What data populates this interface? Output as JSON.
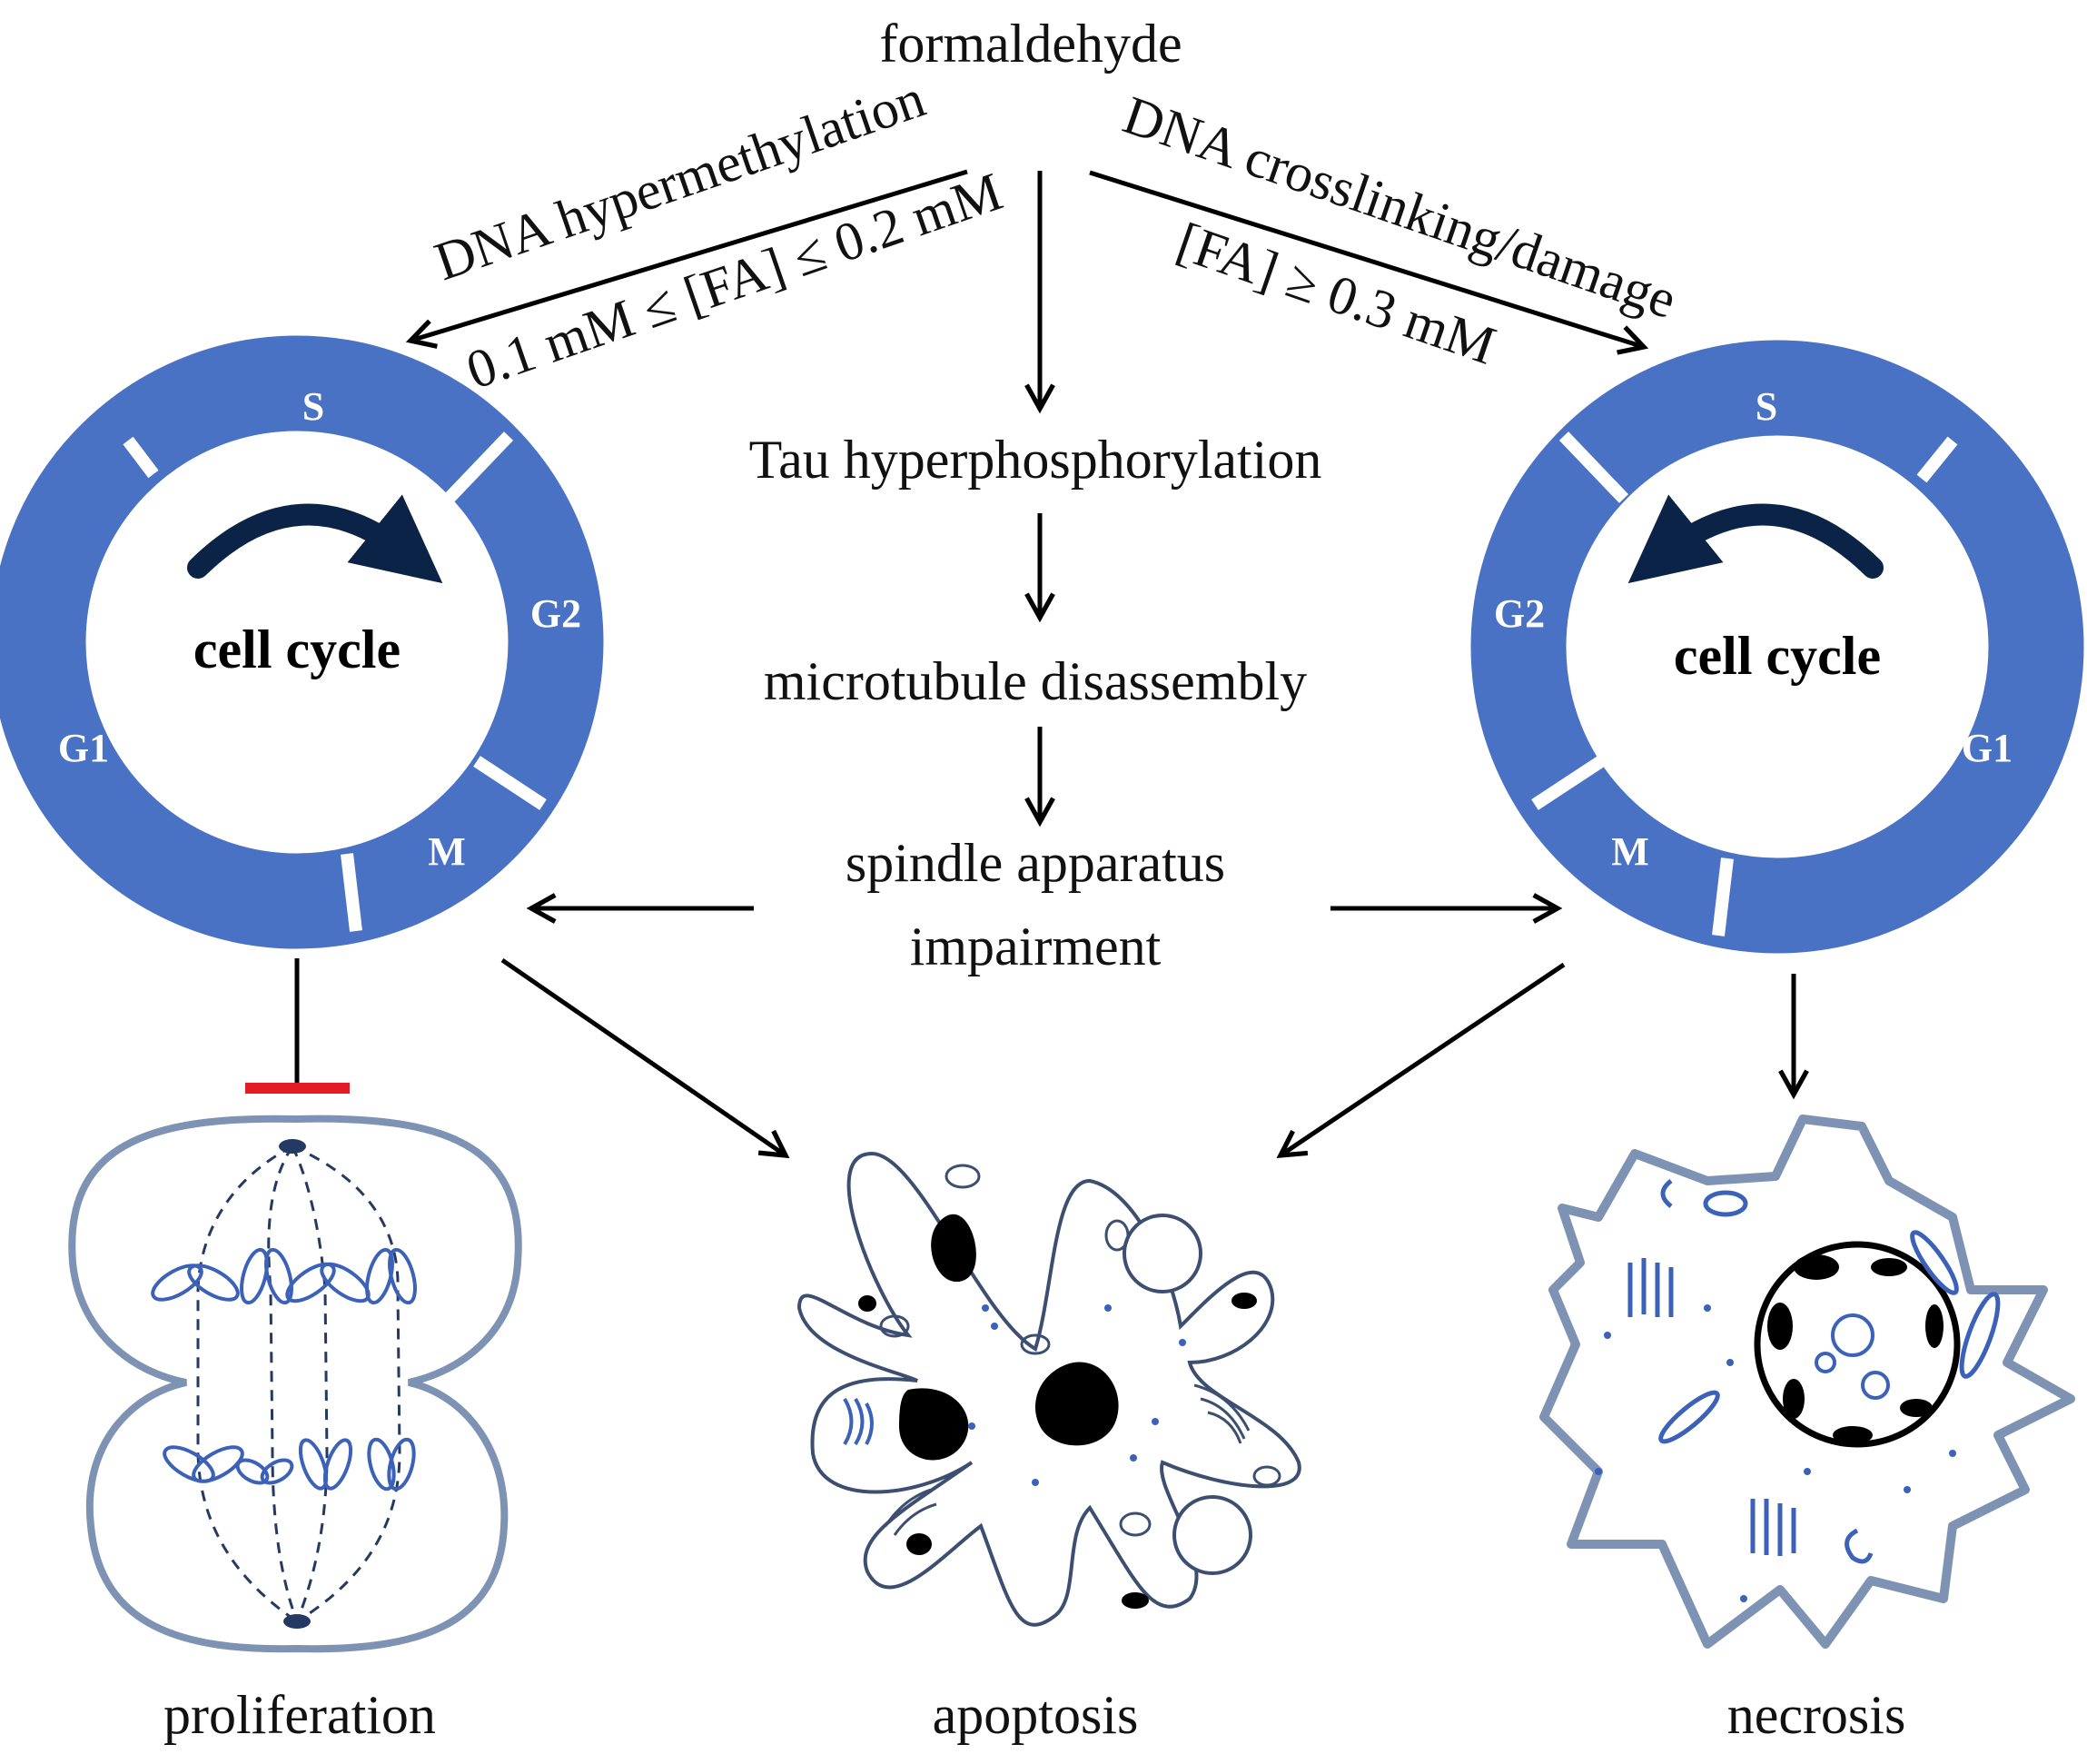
{
  "colors": {
    "ring": "#4a72c4",
    "cell_outline": "#7e93b3",
    "organelle": "#3b62b8",
    "inhibit": "#e31b23",
    "arrow": "#000000"
  },
  "top": {
    "source": "formaldehyde",
    "left_branch": {
      "mechanism": "DNA hypermethylation",
      "condition": "0.1 mM ≤ [FA] ≤ 0.2 mM"
    },
    "right_branch": {
      "mechanism": "DNA crosslinking/damage",
      "condition": "[FA] ≥ 0.3 mM"
    }
  },
  "center_chain": {
    "step1": "Tau hyperphosphorylation",
    "step2": "microtubule disassembly",
    "step3_line1": "spindle apparatus",
    "step3_line2": "impairment"
  },
  "left_cycle": {
    "title": "cell cycle",
    "s": "S",
    "g2": "G2",
    "m": "M",
    "g1": "G1"
  },
  "right_cycle": {
    "title": "cell cycle",
    "s": "S",
    "g2": "G2",
    "m": "M",
    "g1": "G1"
  },
  "outcomes": {
    "left": "proliferation",
    "center": "apoptosis",
    "right": "necrosis"
  }
}
